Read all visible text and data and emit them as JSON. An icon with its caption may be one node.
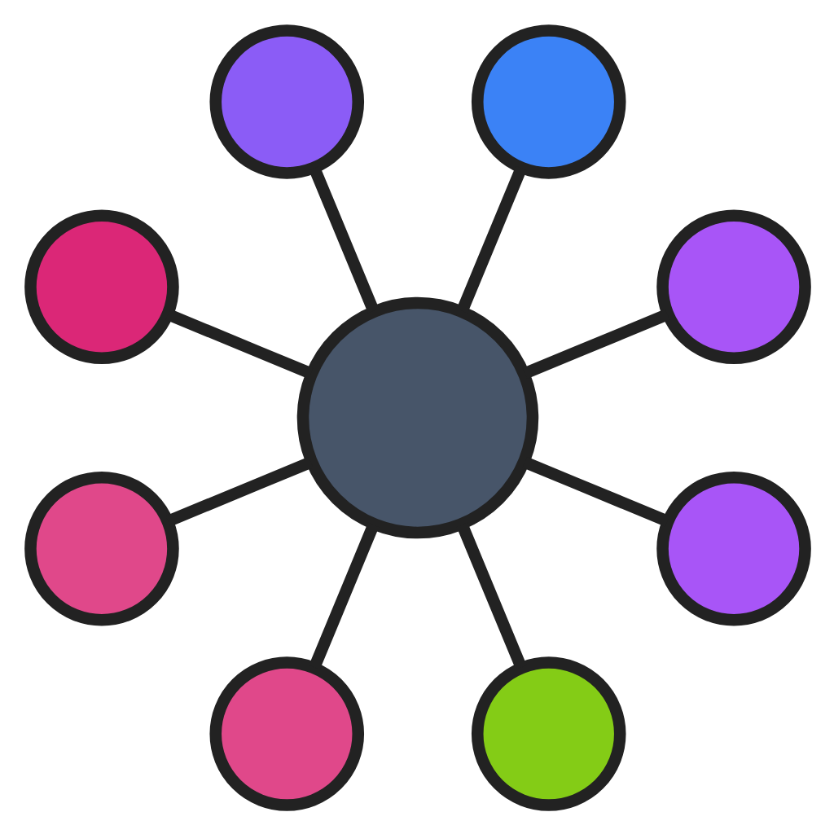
{
  "diagram": {
    "nodes": [
      {
        "text": [],
        "shape": "circle"
      },
      {
        "text": [],
        "shape": "circle"
      },
      {
        "text": [],
        "shape": "circle"
      },
      {
        "text": [],
        "shape": "circle"
      },
      {
        "text": [],
        "shape": "circle"
      },
      {
        "text": [],
        "shape": "circle"
      },
      {
        "text": [],
        "shape": "circle"
      },
      {
        "text": [],
        "shape": "circle"
      },
      {
        "text": [],
        "shape": "circle"
      }
    ],
    "edges": [
      {
        "from": 4,
        "to": 0,
        "arrow": "none"
      },
      {
        "from": 4,
        "to": 2,
        "arrow": "none"
      },
      {
        "from": 4,
        "to": 5,
        "arrow": "none"
      },
      {
        "from": 4,
        "to": 6,
        "arrow": "none"
      },
      {
        "from": 4,
        "to": 8,
        "arrow": "none"
      },
      {
        "from": 4,
        "to": 7,
        "arrow": "none"
      },
      {
        "from": 4,
        "to": 3,
        "arrow": "none"
      },
      {
        "from": 4,
        "to": 1,
        "arrow": "none"
      }
    ]
  }
}
